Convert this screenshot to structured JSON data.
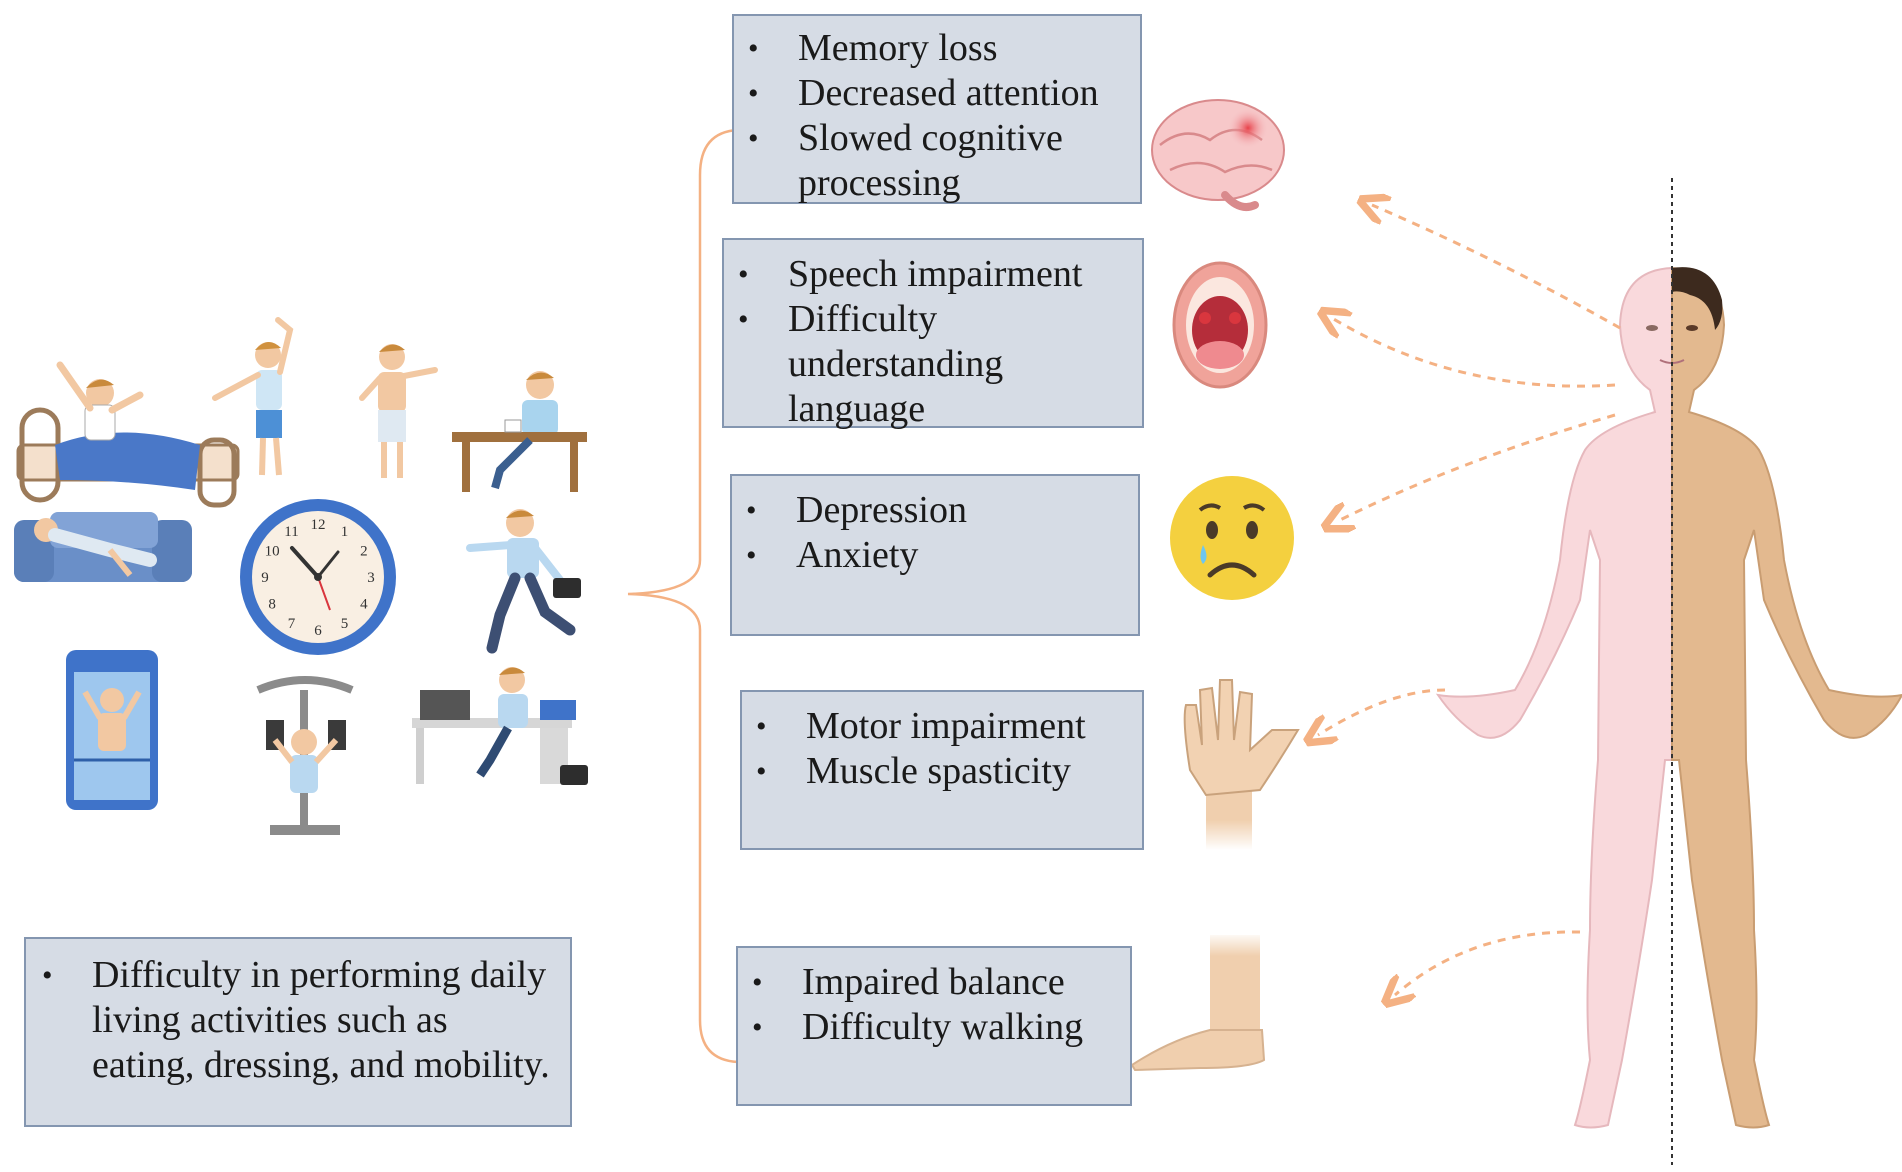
{
  "boxes": {
    "cognitive": [
      "Memory loss",
      "Decreased attention",
      "Slowed cognitive processing"
    ],
    "speech": [
      "Speech impairment",
      "Difficulty understanding language"
    ],
    "mood": [
      "Depression",
      "Anxiety"
    ],
    "motor": [
      "Motor impairment",
      "Muscle spasticity"
    ],
    "balance": [
      "Impaired balance",
      "Difficulty walking"
    ],
    "daily": [
      "Difficulty in performing daily living activities such as eating, dressing, and mobility."
    ]
  },
  "clock": {
    "numbers": [
      "12",
      "1",
      "2",
      "3",
      "4",
      "5",
      "6",
      "7",
      "8",
      "9",
      "10",
      "11"
    ]
  },
  "colors": {
    "box_fill": "#d6dce5",
    "box_border": "#8496b0",
    "bracket": "#f4b183",
    "arrow": "#f4b183",
    "body_left": "#f9d9dc",
    "body_right": "#e3b98f"
  }
}
